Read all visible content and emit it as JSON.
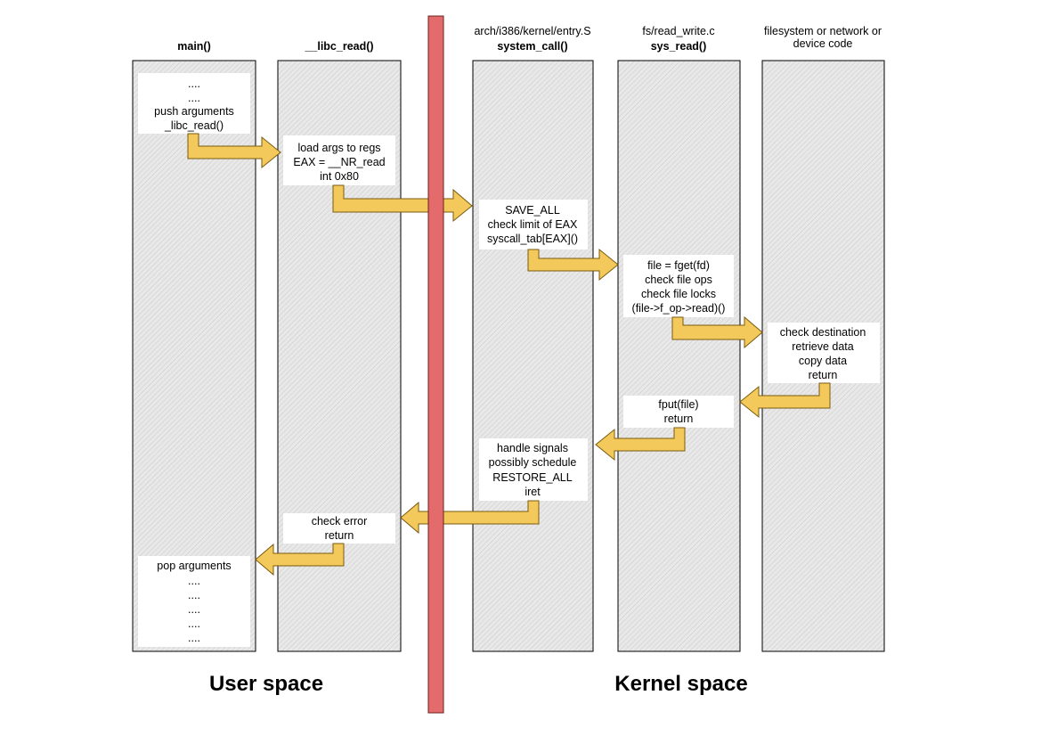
{
  "columns": [
    {
      "id": "main",
      "header_path": "",
      "header": "main()"
    },
    {
      "id": "libc",
      "header_path": "",
      "header": "__libc_read()"
    },
    {
      "id": "syscall",
      "header_path": "arch/i386/kernel/entry.S",
      "header": "system_call()"
    },
    {
      "id": "sysread",
      "header_path": "fs/read_write.c",
      "header": "sys_read()"
    },
    {
      "id": "fs",
      "header_path": "filesystem or network or",
      "header": "device code"
    }
  ],
  "boxes": {
    "main_top": [
      "....",
      "....",
      "push arguments",
      "_libc_read()"
    ],
    "libc_load": [
      "load args to regs",
      "EAX = __NR_read",
      "int 0x80"
    ],
    "syscall_save": [
      "SAVE_ALL",
      "check limit of EAX",
      "syscall_tab[EAX]()"
    ],
    "sysread_file": [
      "file = fget(fd)",
      "check file ops",
      "check file locks",
      "(file->f_op->read)()"
    ],
    "fs_check": [
      "check destination",
      "retrieve data",
      "copy data",
      "return"
    ],
    "sysread_fput": [
      "fput(file)",
      "return"
    ],
    "syscall_restore": [
      "handle signals",
      "possibly schedule",
      "RESTORE_ALL",
      "iret"
    ],
    "libc_check": [
      "check error",
      "return"
    ],
    "main_pop": [
      "pop arguments",
      "....",
      "....",
      "....",
      "....",
      "...."
    ]
  },
  "regions": {
    "user": "User space",
    "kernel": "Kernel space"
  },
  "colors": {
    "arrow_fill": "#f2c95a",
    "arrow_stroke": "#7a5a10",
    "divider": "#e36b6b",
    "column_fill": "#e6e6e6"
  }
}
